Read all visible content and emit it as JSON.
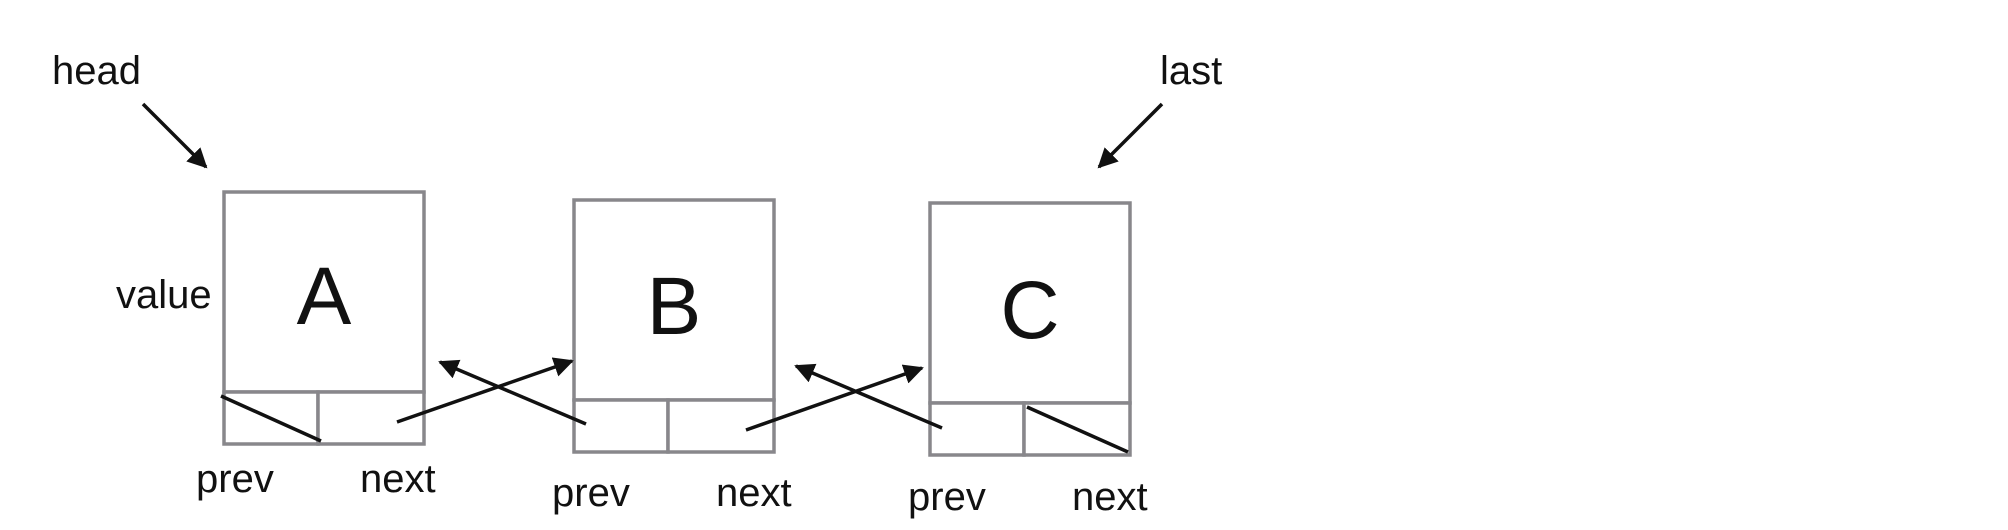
{
  "pointers": {
    "head": "head",
    "last": "last"
  },
  "value_label": "value",
  "nodes": [
    {
      "value": "A",
      "prev_label": "prev",
      "next_label": "next"
    },
    {
      "value": "B",
      "prev_label": "prev",
      "next_label": "next"
    },
    {
      "value": "C",
      "prev_label": "prev",
      "next_label": "next"
    }
  ],
  "colors": {
    "box_stroke": "#88878b",
    "arrow": "#111111",
    "text": "#111111"
  }
}
